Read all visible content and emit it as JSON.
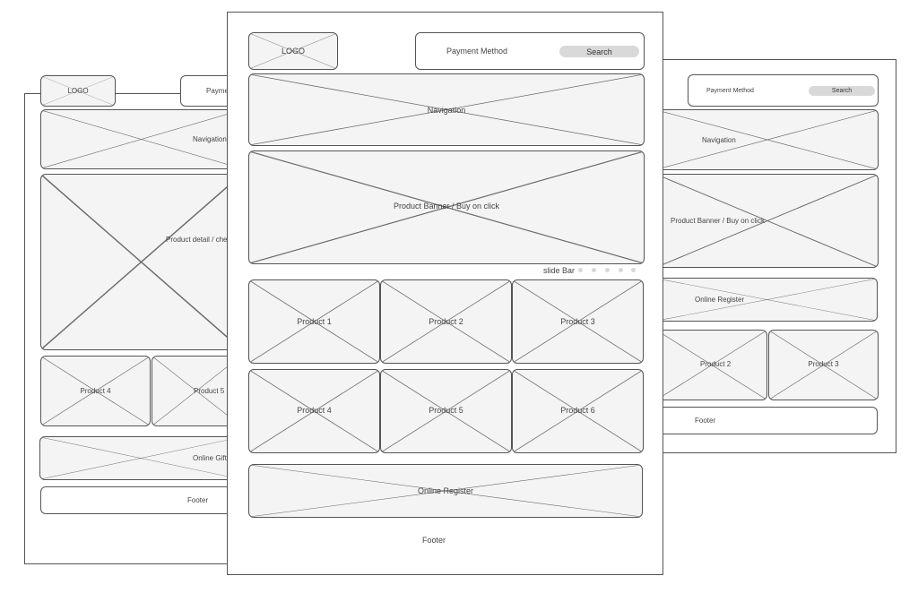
{
  "left": {
    "logo": "LOGO",
    "payment": "Payment",
    "navigation": "Navigation",
    "detail": "Product detail / checkout",
    "product4": "Product 4",
    "product5": "Product 5",
    "gift": "Online Gift",
    "footer": "Footer"
  },
  "center": {
    "logo": "LOGO",
    "payment": "Payment Method",
    "search": "Search",
    "navigation": "Navigation",
    "banner": "Product Banner / Buy on click",
    "slidebar": "slide Bar",
    "products": [
      "Product 1",
      "Product 2",
      "Product 3",
      "Product 4",
      "Product 5",
      "Product 6"
    ],
    "register": "Online Register",
    "footer": "Footer"
  },
  "right": {
    "payment": "Payment Method",
    "search": "Search",
    "navigation": "Navigation",
    "banner": "Product Banner / Buy on click",
    "register": "Online Register",
    "product2": "Product 2",
    "product3": "Product 3",
    "footer": "Footer"
  }
}
